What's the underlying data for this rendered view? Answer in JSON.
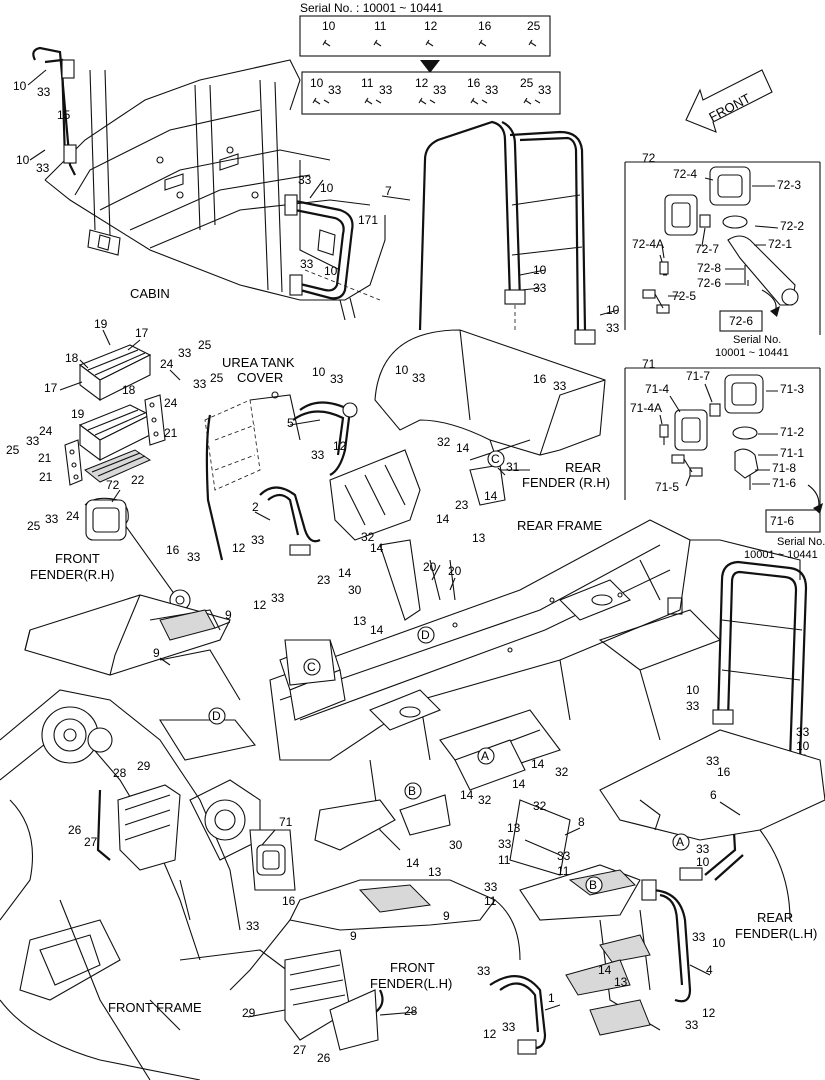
{
  "serial_top": {
    "title": "Serial No. : 10001 ~ 10441",
    "before": [
      "10",
      "11",
      "12",
      "16",
      "25"
    ],
    "after": [
      {
        "a": "10",
        "b": "33"
      },
      {
        "a": "11",
        "b": "33"
      },
      {
        "a": "12",
        "b": "33"
      },
      {
        "a": "16",
        "b": "33"
      },
      {
        "a": "25",
        "b": "33"
      }
    ]
  },
  "front_arrow": "FRONT",
  "section_labels": {
    "cabin": "CABIN",
    "urea_1": "UREA TANK",
    "urea_2": "COVER",
    "rear_fender_rh_1": "REAR",
    "rear_fender_rh_2": "FENDER (R.H)",
    "rear_frame": "REAR FRAME",
    "front_fender_rh_1": "FRONT",
    "front_fender_rh_2": "FENDER(R.H)",
    "rear_fender_lh_1": "REAR",
    "rear_fender_lh_2": "FENDER(L.H)",
    "front_fender_lh_1": "FRONT",
    "front_fender_lh_2": "FENDER(L.H)",
    "front_frame": "FRONT FRAME"
  },
  "lamp_72": {
    "head": "72",
    "parts": [
      "72-4",
      "72-3",
      "72-2",
      "72-7",
      "72-4A",
      "72-1",
      "72-8",
      "72-6",
      "72-5"
    ],
    "serial_box": "72-6",
    "serial_1": "Serial No.",
    "serial_2": "10001 ~ 10441"
  },
  "lamp_71": {
    "head": "71",
    "parts": [
      "71-7",
      "71-4",
      "71-3",
      "71-4A",
      "71-2",
      "71-1",
      "71-8",
      "71-6",
      "71-5"
    ],
    "serial_box": "71-6",
    "serial_1": "Serial No.",
    "serial_2": "10001 ~ 10441"
  },
  "callouts": {
    "c_10a": "10",
    "c_33a": "33",
    "c_15": "15",
    "c_10b": "10",
    "c_33b": "33",
    "c_33c": "33",
    "c_10c": "10",
    "c_171": "171",
    "c_33d": "33",
    "c_10d": "10",
    "c_7": "7",
    "c_10e": "10",
    "c_33e": "33",
    "c_10f": "10",
    "c_33f": "33",
    "c_19a": "19",
    "c_17a": "17",
    "c_18a": "18",
    "c_17b": "17",
    "c_24a": "24",
    "c_33g": "33",
    "c_25a": "25",
    "c_33h": "33",
    "c_25b": "25",
    "c_10g": "10",
    "c_33i": "33",
    "c_10h": "10",
    "c_33j": "33",
    "c_16a": "16",
    "c_33k": "33",
    "c_19b": "19",
    "c_18b": "18",
    "c_24b": "24",
    "c_21a": "21",
    "c_5": "5",
    "c_33l": "33",
    "c_24c": "24",
    "c_12a": "12",
    "c_32a": "32",
    "c_14a": "14",
    "c_25c": "25",
    "c_33m": "33",
    "c_21b": "21",
    "c_22": "22",
    "c_31": "31",
    "c_21c": "21",
    "c_72": "72",
    "c_25d": "25",
    "c_33n": "33",
    "c_24d": "24",
    "c_2": "2",
    "c_14b": "14",
    "c_23a": "23",
    "c_14c": "14",
    "c_13a": "13",
    "c_12b": "12",
    "c_33o": "33",
    "c_32b": "32",
    "c_14d": "14",
    "c_16b": "16",
    "c_33p": "33",
    "c_23b": "23",
    "c_14e": "14",
    "c_20a": "20",
    "c_13b": "13",
    "c_12c": "12",
    "c_33q": "33",
    "c_30a": "30",
    "c_20b": "20",
    "c_9a": "9",
    "c_13c": "13",
    "c_14f": "14",
    "c_9b": "9",
    "c_10i": "10",
    "c_33r": "33",
    "c_33s": "33",
    "c_10j": "10",
    "c_33t": "33",
    "c_16c": "16",
    "c_6": "6",
    "c_28a": "28",
    "c_29a": "29",
    "c_14g": "14",
    "c_32c": "32",
    "c_32d": "32",
    "c_26a": "26",
    "c_27a": "27",
    "c_14h": "14",
    "c_32e": "32",
    "c_13d": "13",
    "c_8": "8",
    "c_71": "71",
    "c_30b": "30",
    "c_33u": "33",
    "c_11a": "11",
    "c_33v": "33",
    "c_11b": "11",
    "c_33w": "33",
    "c_10k": "10",
    "c_14i": "14",
    "c_13e": "13",
    "c_16d": "16",
    "c_33x": "33",
    "c_11c": "11",
    "c_33y": "33",
    "c_9c": "9",
    "c_9d": "9",
    "c_10l": "10",
    "c_33z": "33",
    "c_29b": "29",
    "c_14j": "14",
    "c_13f": "13",
    "c_4": "4",
    "c_33aa": "33",
    "c_28b": "28",
    "c_1": "1",
    "c_27b": "27",
    "c_26b": "26",
    "c_12d": "12",
    "c_33ab": "33",
    "c_33ac": "33",
    "c_12e": "12"
  },
  "ref_circles": {
    "c_top": "C",
    "d_top": "D",
    "c_mid": "C",
    "d_mid": "D",
    "a_mid": "A",
    "b_mid": "B",
    "a_right": "A",
    "b_right": "B"
  }
}
